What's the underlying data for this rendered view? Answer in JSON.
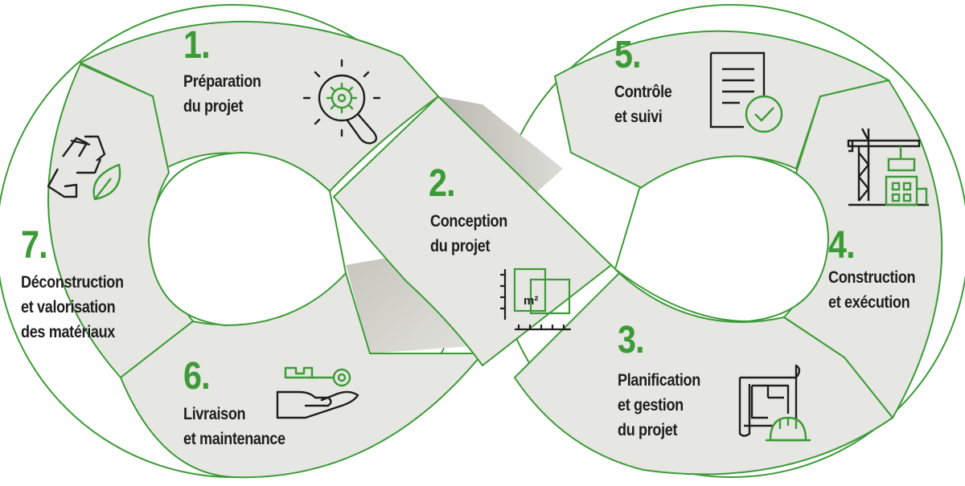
{
  "steps": [
    {
      "num": "1.",
      "lines": [
        "Préparation",
        "du projet"
      ]
    },
    {
      "num": "2.",
      "lines": [
        "Conception",
        "du projet"
      ]
    },
    {
      "num": "3.",
      "lines": [
        "Planification",
        "et gestion",
        "du projet"
      ]
    },
    {
      "num": "4.",
      "lines": [
        "Construction",
        "et exécution"
      ]
    },
    {
      "num": "5.",
      "lines": [
        "Contrôle",
        "et suivi"
      ]
    },
    {
      "num": "6.",
      "lines": [
        "Livraison",
        "et maintenance"
      ]
    },
    {
      "num": "7.",
      "lines": [
        "Déconstruction",
        "et valorisation",
        "des matériaux"
      ]
    }
  ],
  "icons": {
    "area_unit": "m²"
  },
  "colors": {
    "accent": "#3c9b37",
    "panel": "#e6e6e2",
    "ink": "#1e1e1e"
  }
}
